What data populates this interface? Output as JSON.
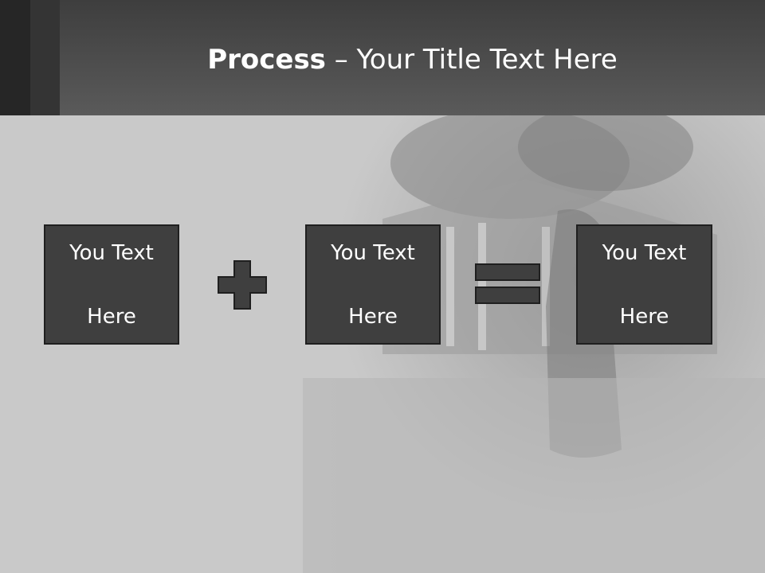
{
  "header": {
    "title_bold": "Process",
    "title_rest": " – Your Title Text Here"
  },
  "boxes": [
    {
      "line1": "You Text",
      "line2": "Here"
    },
    {
      "line1": "You Text",
      "line2": "Here"
    },
    {
      "line1": "You Text",
      "line2": "Here"
    }
  ],
  "operators": [
    "plus-icon",
    "equals-icon"
  ],
  "colors": {
    "header_dark": "#3e3e3e",
    "header_light": "#5a5a5a",
    "body_bg": "#c9c9c9",
    "box_fill": "#3f3f3f",
    "box_border": "#1f1f1f",
    "text": "#ffffff"
  }
}
